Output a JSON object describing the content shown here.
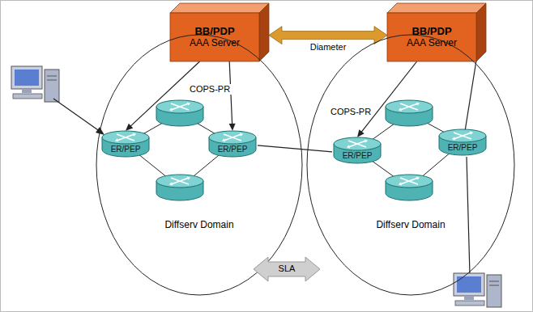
{
  "diagram": {
    "nodes": [
      {
        "text": [
          "BB/PDP",
          "AAA Server"
        ]
      },
      {
        "text": [
          "BB/PDP",
          "AAA Server"
        ]
      },
      {
        "text": [
          "Diffserv Domain"
        ]
      },
      {
        "text": [
          "ER/PEP"
        ],
        "in": 2
      },
      {
        "text": [
          "ER/PEP"
        ],
        "in": 2
      },
      {
        "text": [
          "Diffserv Domain"
        ]
      },
      {
        "text": [
          "ER/PEP"
        ],
        "in": 5
      },
      {
        "text": [
          "ER/PEP"
        ],
        "in": 5
      },
      {
        "text": [
          "SLA"
        ]
      }
    ],
    "edges": [
      {
        "from": 0,
        "to": 1,
        "label": "Diameter",
        "arrow": "both"
      },
      {
        "from": 0,
        "to": 3,
        "arrow": "to"
      },
      {
        "from": 0,
        "to": 4,
        "label": "COPS-PR",
        "arrow": "to"
      },
      {
        "from": 1,
        "to": 6,
        "label": "COPS-PR",
        "arrow": "to"
      },
      {
        "from": 1,
        "to": 7,
        "arrow": "none"
      },
      {
        "from": 4,
        "to": 6,
        "arrow": "none"
      }
    ]
  }
}
